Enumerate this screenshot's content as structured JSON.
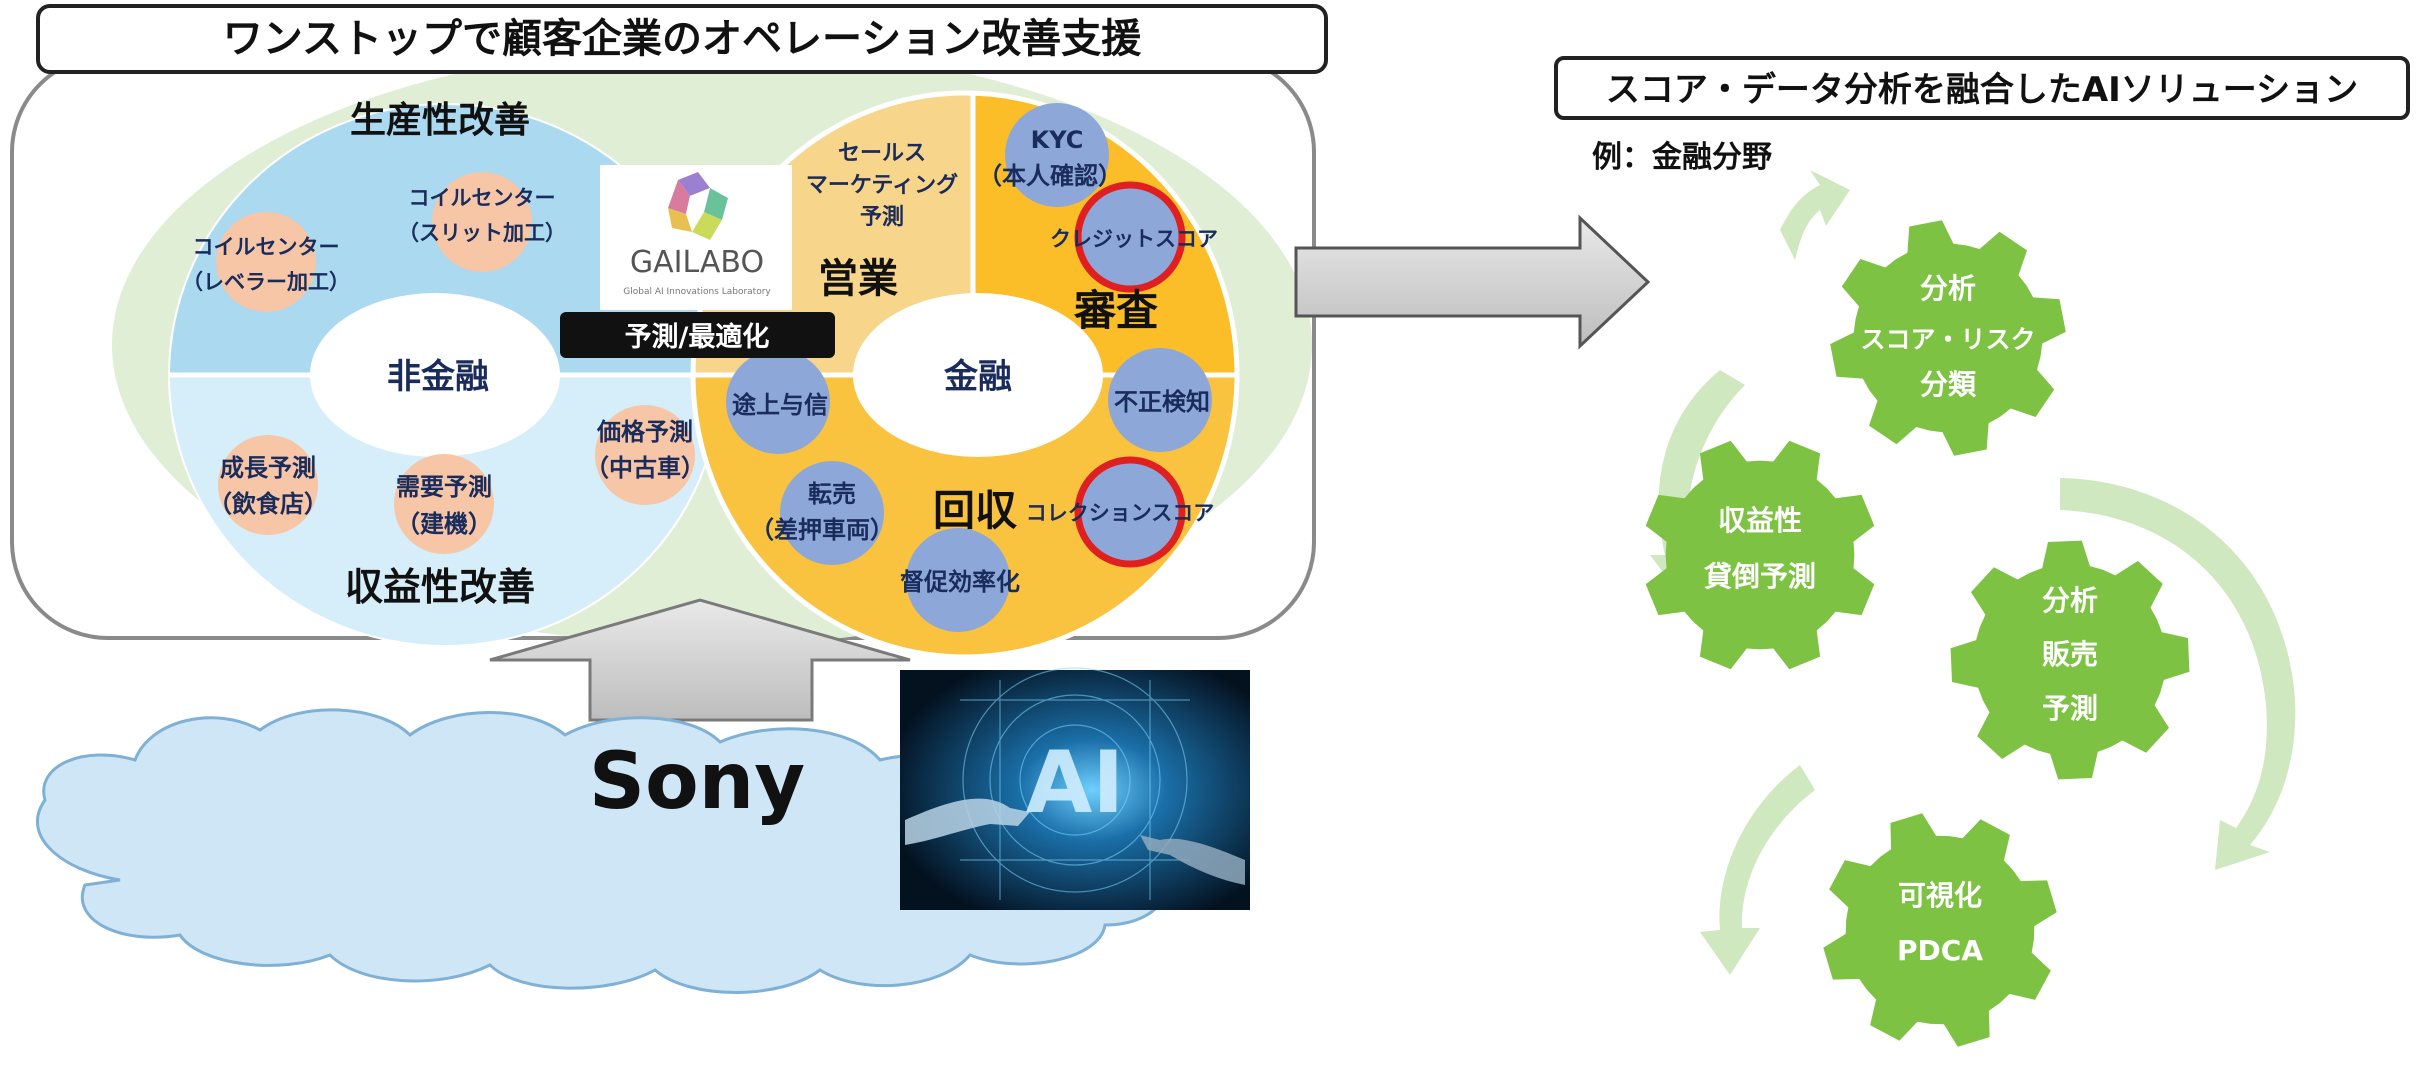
{
  "header": {
    "title": "ワンストップで顧客企業のオペレーション改善支援"
  },
  "left_panel": {
    "quadrant_top_label": "生産性改善",
    "quadrant_bottom_label": "収益性改善",
    "hub_left": "非金融",
    "hub_right": "金融",
    "optimize_badge": "予測/最適化",
    "gailabo_logo": {
      "name": "GAILABO",
      "tagline": "Global AI Innovations Laboratory"
    },
    "non_finance_items": [
      {
        "line1": "コイルセンター",
        "line2": "（スリット加工）"
      },
      {
        "line1": "コイルセンター",
        "line2": "（レベラー加工）"
      },
      {
        "line1": "成長予測",
        "line2": "（飲食店）"
      },
      {
        "line1": "需要予測",
        "line2": "（建機）"
      },
      {
        "line1": "価格予測",
        "line2": "（中古車）"
      }
    ],
    "finance_sections": {
      "sales": "営業",
      "review": "審査",
      "collection": "回収"
    },
    "sales_item": {
      "line1": "セールス",
      "line2": "マーケティング",
      "line3": "予測"
    },
    "finance_items": [
      {
        "line1": "KYC",
        "line2": "（本人確認）"
      },
      {
        "line1": "クレジットスコア",
        "line2": ""
      },
      {
        "line1": "不正検知",
        "line2": ""
      },
      {
        "line1": "途上与信",
        "line2": ""
      },
      {
        "line1": "転売",
        "line2": "（差押車両）"
      },
      {
        "line1": "コレクションスコア",
        "line2": ""
      },
      {
        "line1": "督促効率化",
        "line2": ""
      }
    ],
    "cloud_label": "Sony",
    "ai_image_text": "AI"
  },
  "right_panel": {
    "title": "スコア・データ分析を融合したAIソリューション",
    "subtitle": "例：金融分野",
    "gears": [
      {
        "line1": "分析",
        "line2": "スコア・リスク",
        "line3": "分類"
      },
      {
        "line1": "収益性",
        "line2": "貸倒予測",
        "line3": ""
      },
      {
        "line1": "分析",
        "line2": "販売",
        "line3": "予測"
      },
      {
        "line1": "可視化",
        "line2": "PDCA",
        "line3": ""
      }
    ]
  },
  "colors": {
    "gear_green": "#7dc242",
    "arrow_green": "#cfe8c0",
    "finance_orange": "#fbbd28",
    "finance_light": "#f7d58a",
    "blue_circle": "#8ea7d9",
    "peach_circle": "#f6c6a6",
    "highlight_red": "#e02020",
    "cloud_blue": "#cfe6f7",
    "nonfinance_blue": "#bfe4f6"
  }
}
